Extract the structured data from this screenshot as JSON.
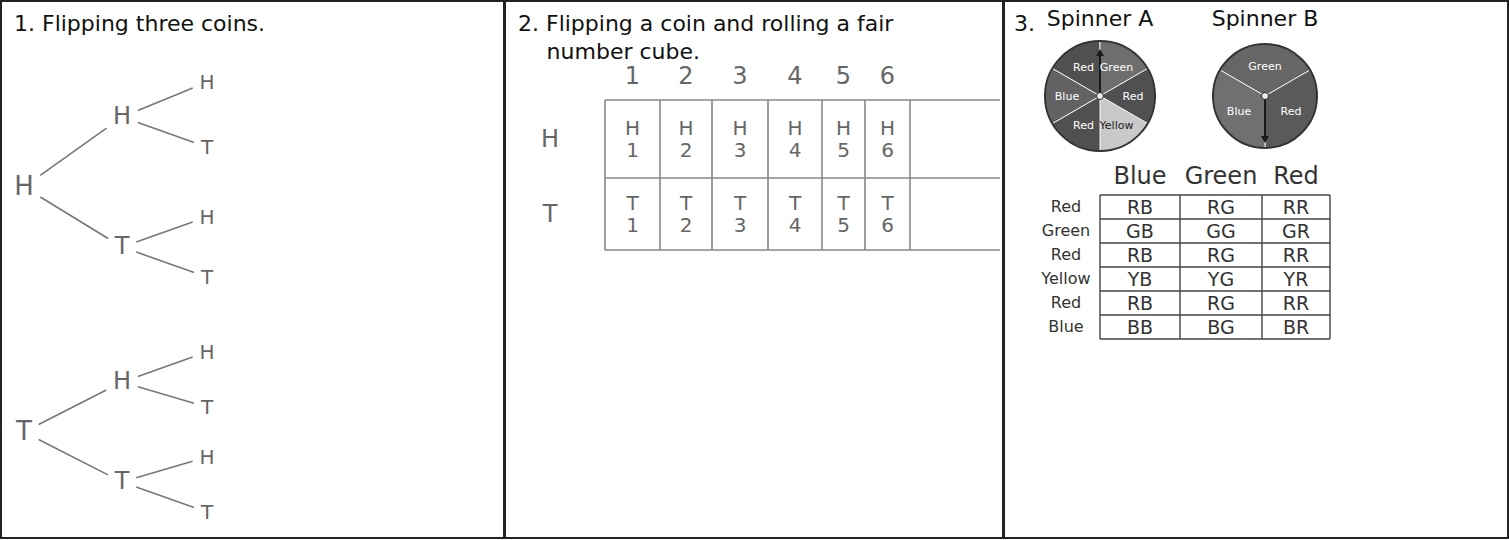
{
  "diagram": {
    "nodes": [
      {
        "text": [
          "1. Flipping three coins."
        ]
      },
      {
        "text": [
          "H"
        ],
        "in": 0
      },
      {
        "text": [
          "H"
        ],
        "in": 0
      },
      {
        "text": [
          "H"
        ],
        "in": 0
      },
      {
        "text": [
          "T"
        ],
        "in": 0
      },
      {
        "text": [
          "T"
        ],
        "in": 0
      },
      {
        "text": [
          "H"
        ],
        "in": 0
      },
      {
        "text": [
          "T"
        ],
        "in": 0
      },
      {
        "text": [
          "T"
        ],
        "in": 0
      },
      {
        "text": [
          "H"
        ],
        "in": 0
      },
      {
        "text": [
          "H"
        ],
        "in": 0
      },
      {
        "text": [
          "T"
        ],
        "in": 0
      },
      {
        "text": [
          "T"
        ],
        "in": 0
      },
      {
        "text": [
          "H"
        ],
        "in": 0
      },
      {
        "text": [
          "T"
        ],
        "in": 0
      },
      {
        "text": [
          "2. Flipping a coin and rolling a fair number cube."
        ]
      },
      {
        "text": [
          "3."
        ]
      },
      {
        "text": [
          "Spinner A",
          "Red",
          "Green",
          "Blue",
          "Red",
          "Red",
          "Yellow"
        ],
        "in": 16
      },
      {
        "text": [
          "Spinner B",
          "Green",
          "Blue",
          "Red"
        ],
        "in": 16
      }
    ],
    "edges": [
      {
        "from": 1,
        "to": 2,
        "arrow": "none"
      },
      {
        "from": 2,
        "to": 3,
        "arrow": "none"
      },
      {
        "from": 2,
        "to": 4,
        "arrow": "none"
      },
      {
        "from": 1,
        "to": 5,
        "arrow": "none"
      },
      {
        "from": 5,
        "to": 6,
        "arrow": "none"
      },
      {
        "from": 5,
        "to": 7,
        "arrow": "none"
      },
      {
        "from": 8,
        "to": 9,
        "arrow": "none"
      },
      {
        "from": 9,
        "to": 10,
        "arrow": "none"
      },
      {
        "from": 9,
        "to": 11,
        "arrow": "none"
      },
      {
        "from": 8,
        "to": 12,
        "arrow": "none"
      },
      {
        "from": 12,
        "to": 13,
        "arrow": "none"
      },
      {
        "from": 12,
        "to": 14,
        "arrow": "none"
      }
    ],
    "labels": [
      "1",
      "2",
      "3",
      "4",
      "5",
      "6",
      "H",
      "H 1",
      "H 2",
      "H 3",
      "H 4",
      "H 5",
      "H 6",
      "T",
      "T 1",
      "T 2",
      "T 3",
      "T 4",
      "T 5",
      "T 6",
      "Blue",
      "Green",
      "Red",
      "Red",
      "RB",
      "RG",
      "RR",
      "Green",
      "GB",
      "GG",
      "GR",
      "Red",
      "RB",
      "RG",
      "RR",
      "Yellow",
      "YB",
      "YG",
      "YR",
      "Red",
      "RB",
      "RG",
      "RR",
      "Blue",
      "BB",
      "BG",
      "BR"
    ]
  }
}
